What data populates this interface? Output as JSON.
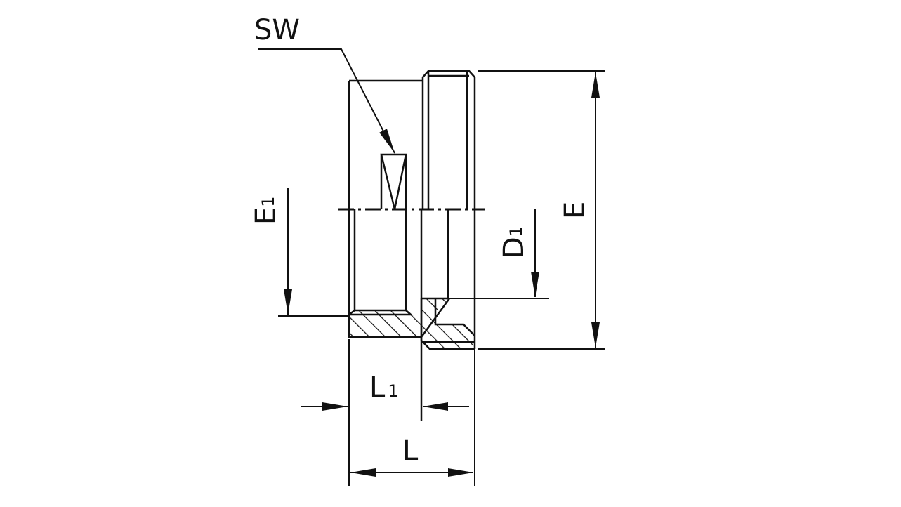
{
  "labels": {
    "sw": "SW",
    "e": "E",
    "e1_main": "E",
    "e1_sub": "1",
    "d1_main": "D",
    "d1_sub": "1",
    "l1_main": "L",
    "l1_sub": "1",
    "l": "L"
  }
}
